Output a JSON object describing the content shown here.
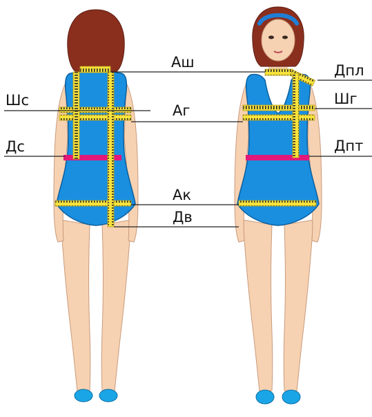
{
  "labels": {
    "ash": "Аш",
    "shs": "Шс",
    "ag": "Аг",
    "ds": "Дс",
    "ak": "Ак",
    "dv": "Дв",
    "dpl": "Дпл",
    "shg": "Шг",
    "dpt": "Дпт"
  },
  "colors": {
    "skin": "#f6d2b2",
    "skin_shade": "#e9b99a",
    "hair": "#8a2f1e",
    "garment": "#1a8fe0",
    "garment_outline": "#0b5f9e",
    "belt": "#e2187a",
    "tape": "#f7e23b",
    "tape_marks": "#2a2a2a",
    "shoes": "#1aa6e6",
    "hairband": "#1f7fd6",
    "lines": "#222222"
  }
}
